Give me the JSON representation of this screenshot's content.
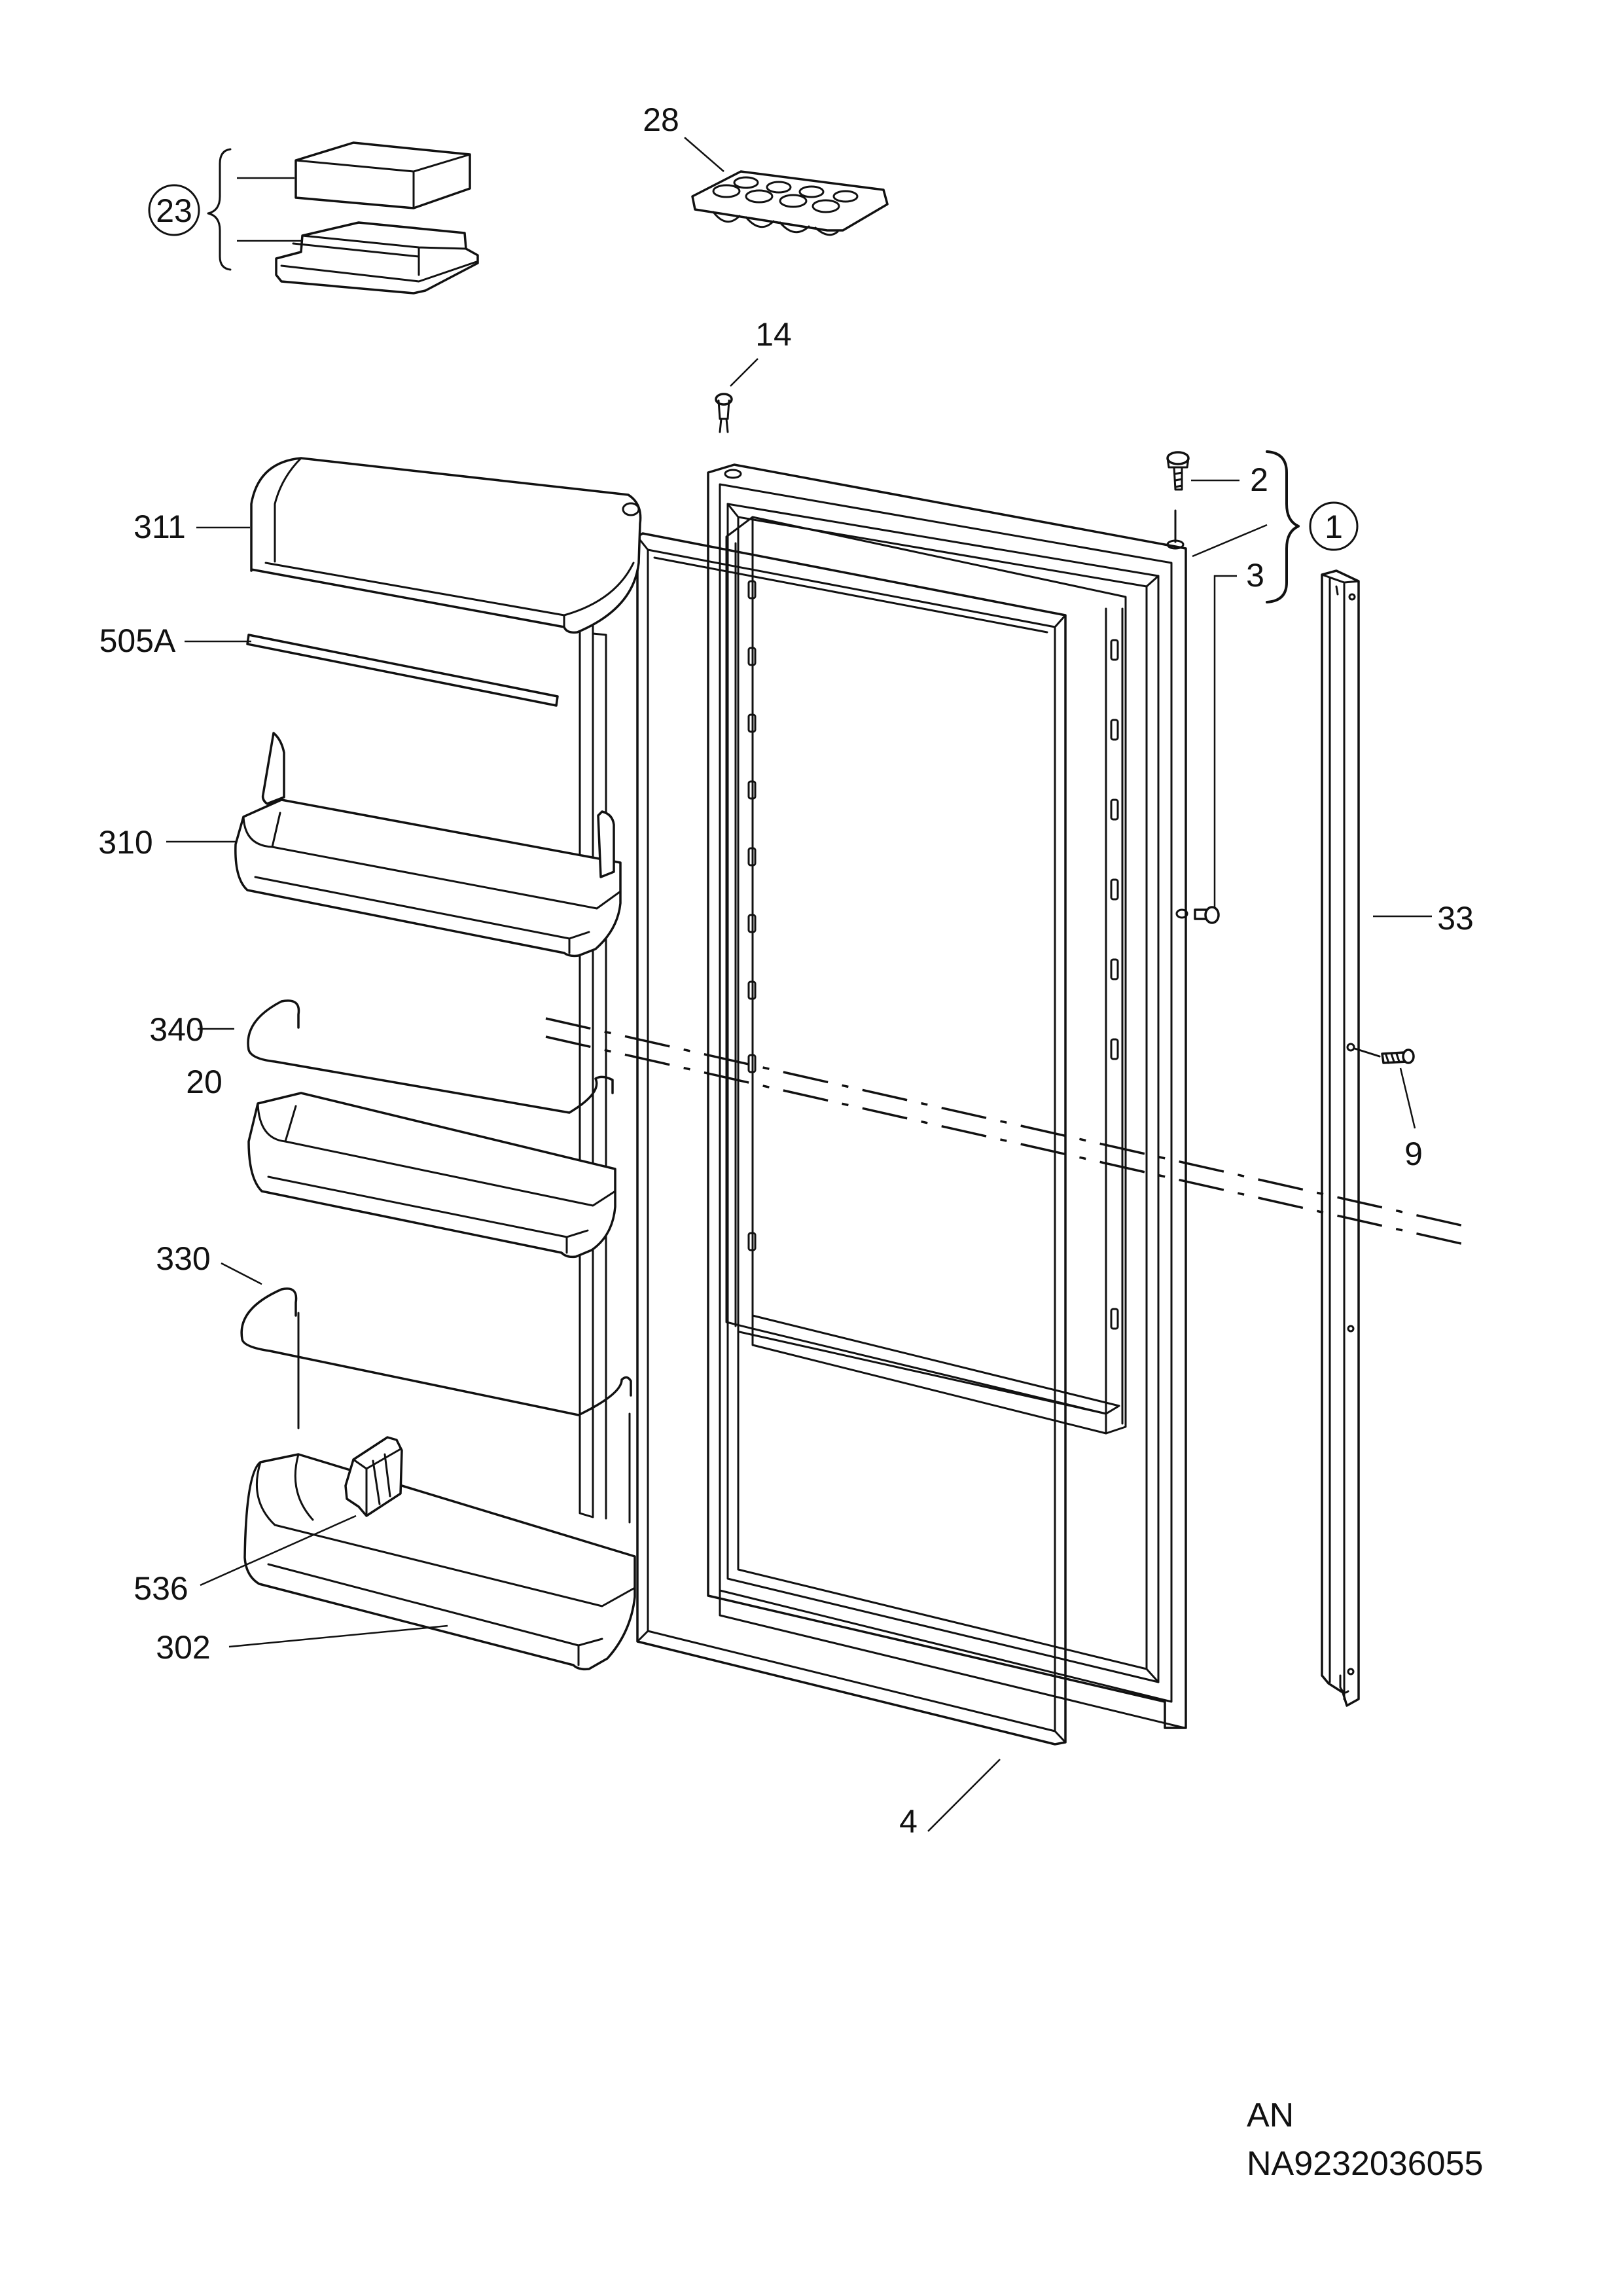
{
  "labels": {
    "p1": "1",
    "p2": "2",
    "p3": "3",
    "p4": "4",
    "p9": "9",
    "p14": "14",
    "p20": "20",
    "p23": "23",
    "p28": "28",
    "p33": "33",
    "p302": "302",
    "p310": "310",
    "p311": "311",
    "p330": "330",
    "p340": "340",
    "p505a": "505A",
    "p536": "536"
  },
  "code": {
    "line1": "AN",
    "line2": "NA9232036055"
  }
}
